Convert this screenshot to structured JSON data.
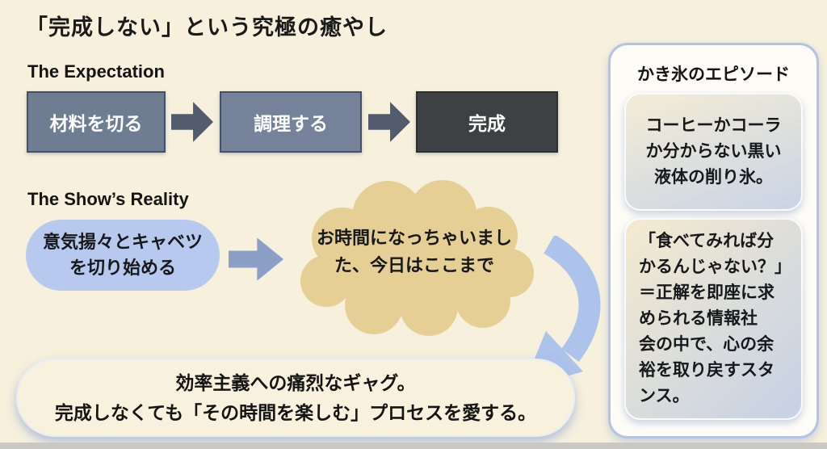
{
  "title": "「完成しない」という究極の癒やし",
  "expectation": {
    "heading": "The Expectation",
    "steps": [
      "材料を切る",
      "調理する",
      "完成"
    ]
  },
  "reality": {
    "heading": "The Show’s Reality",
    "start_bubble": "意気揚々とキャベツ\nを切り始める",
    "cloud_bubble": "お時間になっちゃいまし\nた、今日はここまで"
  },
  "conclusion": "効率主義への痛烈なギャグ。\n完成しなくても「その時間を楽しむ」プロセスを愛する。",
  "sidebar": {
    "heading": "かき氷のエピソード",
    "cards": [
      "コーヒーかコーラ\nか分からない黒い\n液体の削り氷。",
      "「食べてみれば分\nかるんじゃない？」\n＝正解を即座に求\nめられる情報社\n会の中で、心の余\n裕を取り戻すスタ\nンス。"
    ]
  },
  "colors": {
    "background": "#f6f0dd",
    "step_box": "#6f7d93",
    "final_box": "#3e4144",
    "dark_arrow": "#525c6e",
    "blue_arrow": "#8c9fc6",
    "pill": "#b7c9ee",
    "cloud": "#e5cf95",
    "curve_arrow": "#adc3ec",
    "sidebar_border": "#b3c3e6"
  }
}
